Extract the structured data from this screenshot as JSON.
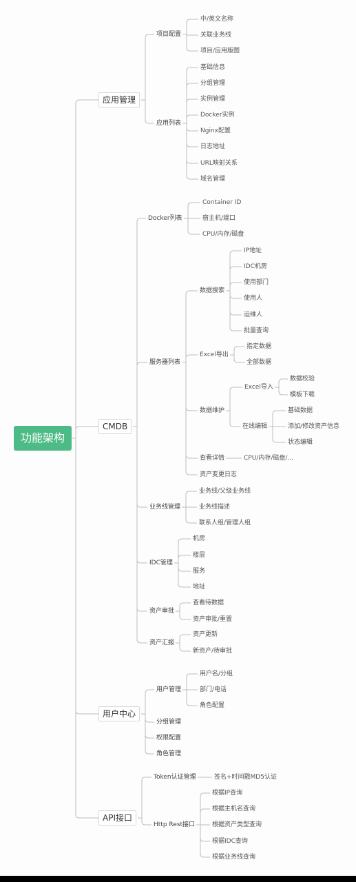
{
  "root": {
    "label": "功能架构"
  },
  "branches": [
    {
      "label": "应用管理",
      "children": [
        {
          "label": "项目配置",
          "children": [
            {
              "label": "中/英文名称"
            },
            {
              "label": "关联业务线"
            },
            {
              "label": "项目/应用版图"
            }
          ]
        },
        {
          "label": "应用列表",
          "children": [
            {
              "label": "基础信息"
            },
            {
              "label": "分组管理"
            },
            {
              "label": "实例管理"
            },
            {
              "label": "Docker实例"
            },
            {
              "label": "Nginx配置"
            },
            {
              "label": "日志地址"
            },
            {
              "label": "URL映射关系"
            },
            {
              "label": "域名管理"
            }
          ]
        }
      ]
    },
    {
      "label": "CMDB",
      "children": [
        {
          "label": "Docker列表",
          "children": [
            {
              "label": "Container ID"
            },
            {
              "label": "宿主机/端口"
            },
            {
              "label": "CPU/内存/磁盘"
            }
          ]
        },
        {
          "label": "服务器列表",
          "children": [
            {
              "label": "数据搜索",
              "children": [
                {
                  "label": "IP地址"
                },
                {
                  "label": "IDC机房"
                },
                {
                  "label": "使用部门"
                },
                {
                  "label": "使用人"
                },
                {
                  "label": "运维人"
                },
                {
                  "label": "批量查询"
                }
              ]
            },
            {
              "label": "Excel导出",
              "children": [
                {
                  "label": "指定数据"
                },
                {
                  "label": "全部数据"
                }
              ]
            },
            {
              "label": "数据维护",
              "children": [
                {
                  "label": "Excel导入",
                  "children": [
                    {
                      "label": "数据校验"
                    },
                    {
                      "label": "模板下载"
                    }
                  ]
                },
                {
                  "label": "在线编辑",
                  "children": [
                    {
                      "label": "基础数据"
                    },
                    {
                      "label": "添加/修改资产信息"
                    },
                    {
                      "label": "状态编辑"
                    }
                  ]
                }
              ]
            },
            {
              "label": "查看详情",
              "children": [
                {
                  "label": "CPU/内存/磁盘/..."
                }
              ]
            },
            {
              "label": "资产变更日志"
            }
          ]
        },
        {
          "label": "业务线管理",
          "children": [
            {
              "label": "业务线/父级业务线"
            },
            {
              "label": "业务线描述"
            },
            {
              "label": "联系人组/管理人组"
            }
          ]
        },
        {
          "label": "IDC管理",
          "children": [
            {
              "label": "机房"
            },
            {
              "label": "楼层"
            },
            {
              "label": "服务"
            },
            {
              "label": "地址"
            }
          ]
        },
        {
          "label": "资产审批",
          "children": [
            {
              "label": "查看待数据"
            },
            {
              "label": "资产审批/重置"
            }
          ]
        },
        {
          "label": "资产汇报",
          "children": [
            {
              "label": "资产更新"
            },
            {
              "label": "新资产/待审批"
            }
          ]
        }
      ]
    },
    {
      "label": "用户中心",
      "children": [
        {
          "label": "用户管理",
          "children": [
            {
              "label": "用户名/分组"
            },
            {
              "label": "部门/电话"
            },
            {
              "label": "角色配置"
            }
          ]
        },
        {
          "label": "分组管理"
        },
        {
          "label": "权限配置"
        },
        {
          "label": "角色管理"
        }
      ]
    },
    {
      "label": "API接口",
      "children": [
        {
          "label": "Token认证管理",
          "children": [
            {
              "label": "签名+时间戳MD5认证"
            }
          ]
        },
        {
          "label": "Http Rest接口",
          "children": [
            {
              "label": "根据IP查询"
            },
            {
              "label": "根据主机名查询"
            },
            {
              "label": "根据资产类型查询"
            },
            {
              "label": "根据IDC查询"
            },
            {
              "label": "根据业务线查询"
            }
          ]
        }
      ]
    }
  ],
  "colors": {
    "root": "#4dbb85",
    "line": "#bdbdbd",
    "text": "#555555"
  }
}
